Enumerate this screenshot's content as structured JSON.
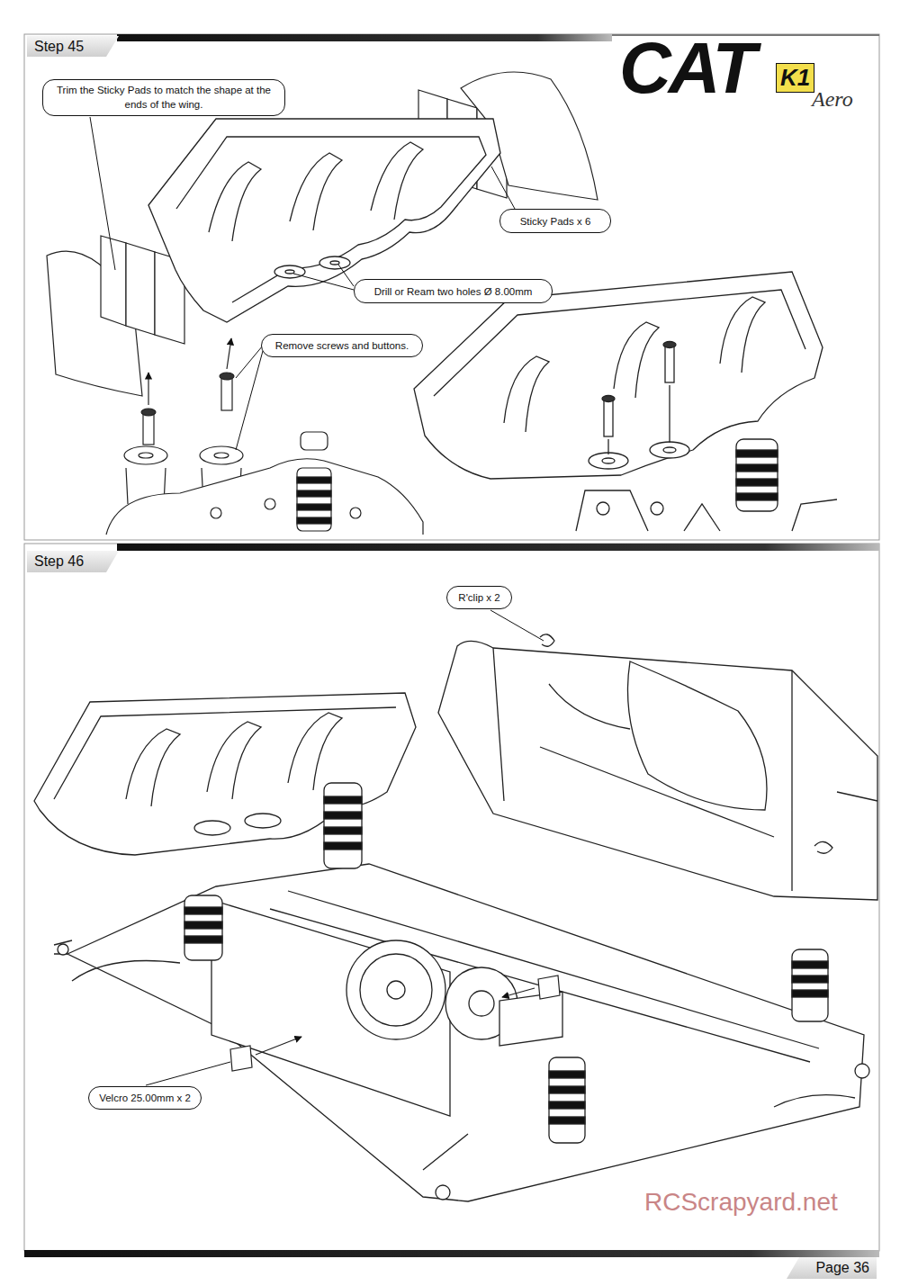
{
  "diagram": {
    "nodes": [
      {
        "text": [
          "Step 45"
        ]
      },
      {
        "text": [
          "Trim the Sticky Pads to match the shape at the ends of the wing."
        ]
      },
      {
        "text": [
          "Sticky Pads x 6"
        ]
      },
      {
        "text": [
          "Drill or Ream two holes Ø 8.00mm"
        ]
      },
      {
        "text": [
          "Remove screws and buttons."
        ]
      },
      {
        "text": [
          "Step 46"
        ]
      },
      {
        "text": [
          "R'clip x 2"
        ]
      },
      {
        "text": [
          "Velcro 25.00mm  x 2"
        ]
      },
      {
        "text": [
          "Page 36"
        ]
      }
    ],
    "labels": [
      "CAT",
      "K1",
      "Aero",
      "RCScrapyard.net"
    ]
  }
}
